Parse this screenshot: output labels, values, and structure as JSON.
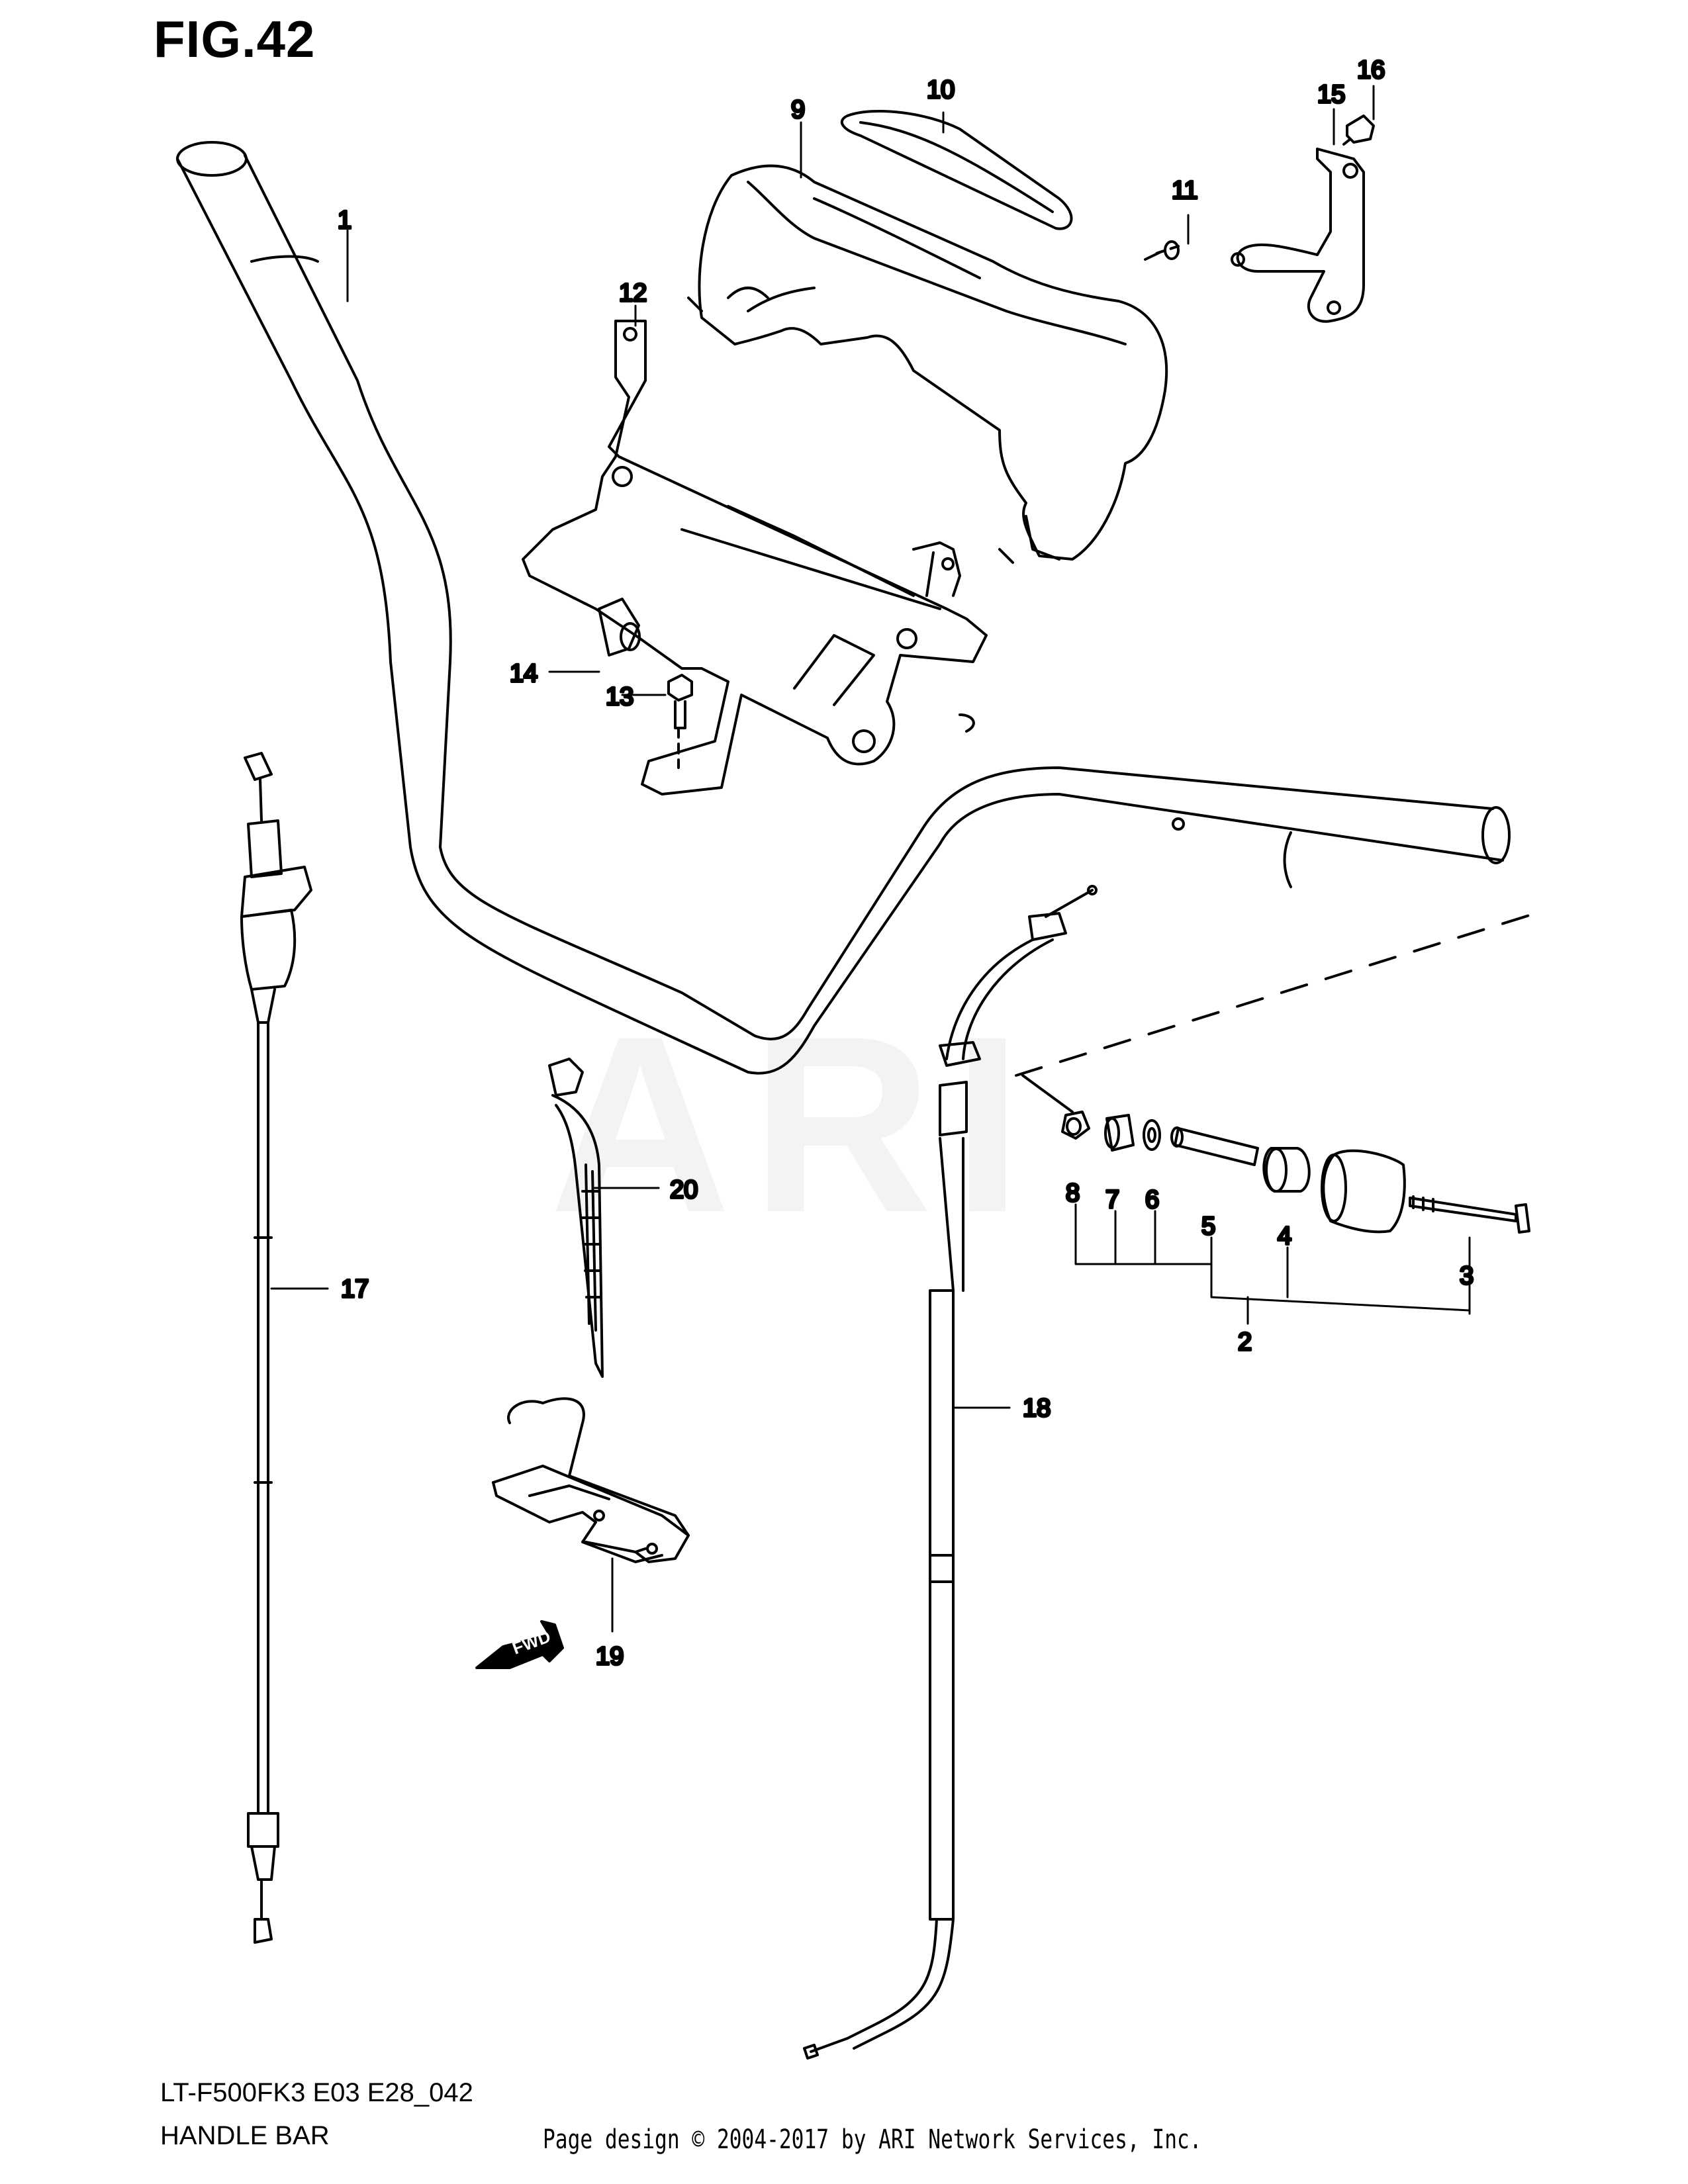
{
  "figure": {
    "title": "FIG.42",
    "model_code": "LT-F500FK3 E03 E28_042",
    "section_name": "HANDLE BAR",
    "copyright": "Page design © 2004-2017 by ARI Network Services, Inc.",
    "watermark": "ARI",
    "fwd_label": "FWD"
  },
  "callouts": {
    "c1": "1",
    "c2": "2",
    "c3": "3",
    "c4": "4",
    "c5": "5",
    "c6": "6",
    "c7": "7",
    "c8": "8",
    "c9": "9",
    "c10": "10",
    "c11": "11",
    "c12": "12",
    "c13": "13",
    "c14": "14",
    "c15": "15",
    "c16": "16",
    "c17": "17",
    "c18": "18",
    "c19": "19",
    "c20": "20"
  }
}
